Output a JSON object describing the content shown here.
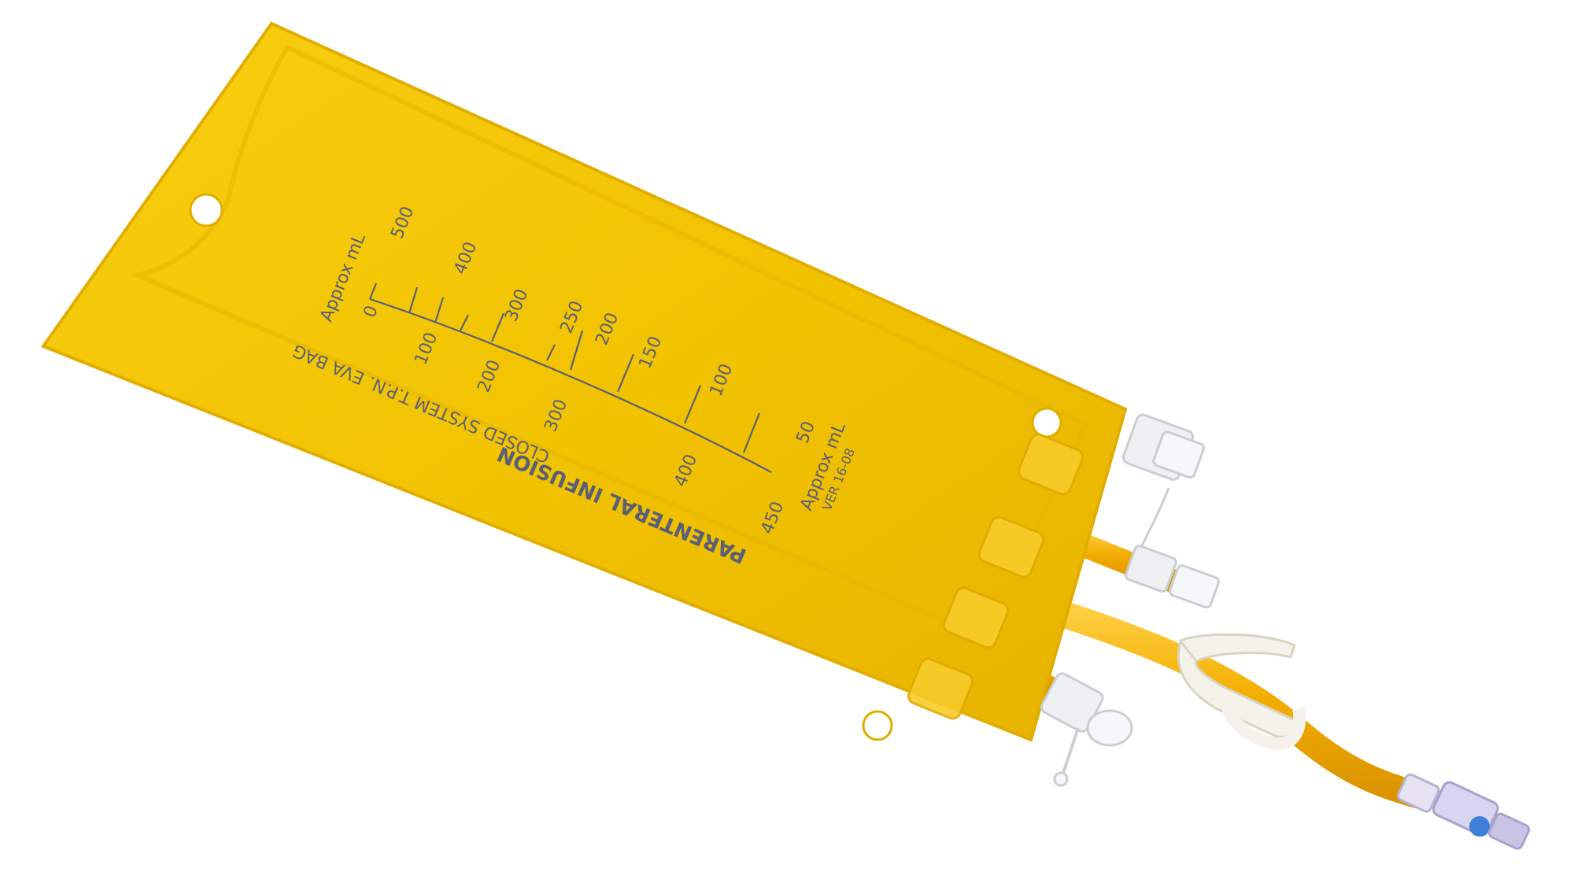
{
  "product": {
    "bag_title": "PARENTERAL INFUSION",
    "bag_subtitle": "CLOSED SYSTEM T.P.N. EVA BAG",
    "version_code": "VER 16-08"
  },
  "scale_top": {
    "unit_label": "Approx mL",
    "tick_labels": [
      "0",
      "100",
      "200",
      "300",
      "400",
      "500"
    ]
  },
  "scale_bottom": {
    "unit_label": "Approx mL",
    "tick_labels": [
      "50",
      "100",
      "150",
      "200",
      "250",
      "300",
      "400",
      "450"
    ]
  },
  "colors": {
    "bag": "#f3c400",
    "bag_edge": "#e0ad00",
    "tubing": "#f5b400",
    "connector_clear": "#e9ecef",
    "clamp": "#f4f2ea",
    "luer_tip": "#3f7fd6",
    "print_ink": "#5a5f78"
  },
  "icons": {
    "hanger_holes": "hang-hole-icon",
    "clamp": "slide-clamp-icon",
    "cap": "port-cap-icon",
    "luer": "luer-lock-icon"
  }
}
